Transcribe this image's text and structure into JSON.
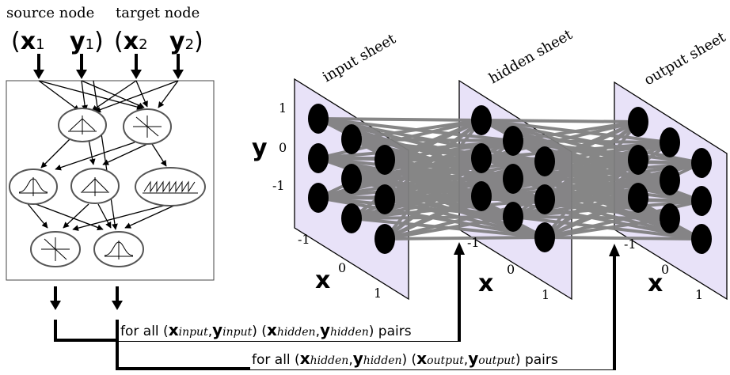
{
  "header": {
    "source_node": "source node",
    "target_node": "target node",
    "inputs": [
      {
        "var": "x",
        "sub": "1",
        "open": "(",
        "close": ""
      },
      {
        "var": "y",
        "sub": "1",
        "open": "",
        "close": ")"
      },
      {
        "var": "x",
        "sub": "2",
        "open": "(",
        "close": ""
      },
      {
        "var": "y",
        "sub": "2",
        "open": "",
        "close": ")"
      }
    ]
  },
  "sheets": [
    {
      "label": "input sheet"
    },
    {
      "label": "hidden sheet"
    },
    {
      "label": "output sheet"
    }
  ],
  "axes": {
    "y_label": "y",
    "x_label": "x",
    "y_ticks": [
      "1",
      "0",
      "-1"
    ],
    "x_ticks": [
      "-1",
      "0",
      "1"
    ]
  },
  "bottom": {
    "line1": {
      "prefix": "for all (",
      "a": "x",
      "a_sub": "input",
      "comma": ",",
      "b": "y",
      "b_sub": "input",
      "mid": ") (",
      "c": "x",
      "c_sub": "hidden",
      "comma2": ",",
      "d": "y",
      "d_sub": "hidden",
      "suffix": ") pairs"
    },
    "line2": {
      "prefix": "for all (",
      "a": "x",
      "a_sub": "hidden",
      "comma": ",",
      "b": "y",
      "b_sub": "hidden",
      "mid": ") (",
      "c": "x",
      "c_sub": "output",
      "comma2": ",",
      "d": "y",
      "d_sub": "output",
      "suffix": ") pairs"
    }
  },
  "colors": {
    "sheet_fill": "#e8e2f8",
    "edge": "#808080",
    "node": "#000000",
    "node_outline": "#555555"
  }
}
